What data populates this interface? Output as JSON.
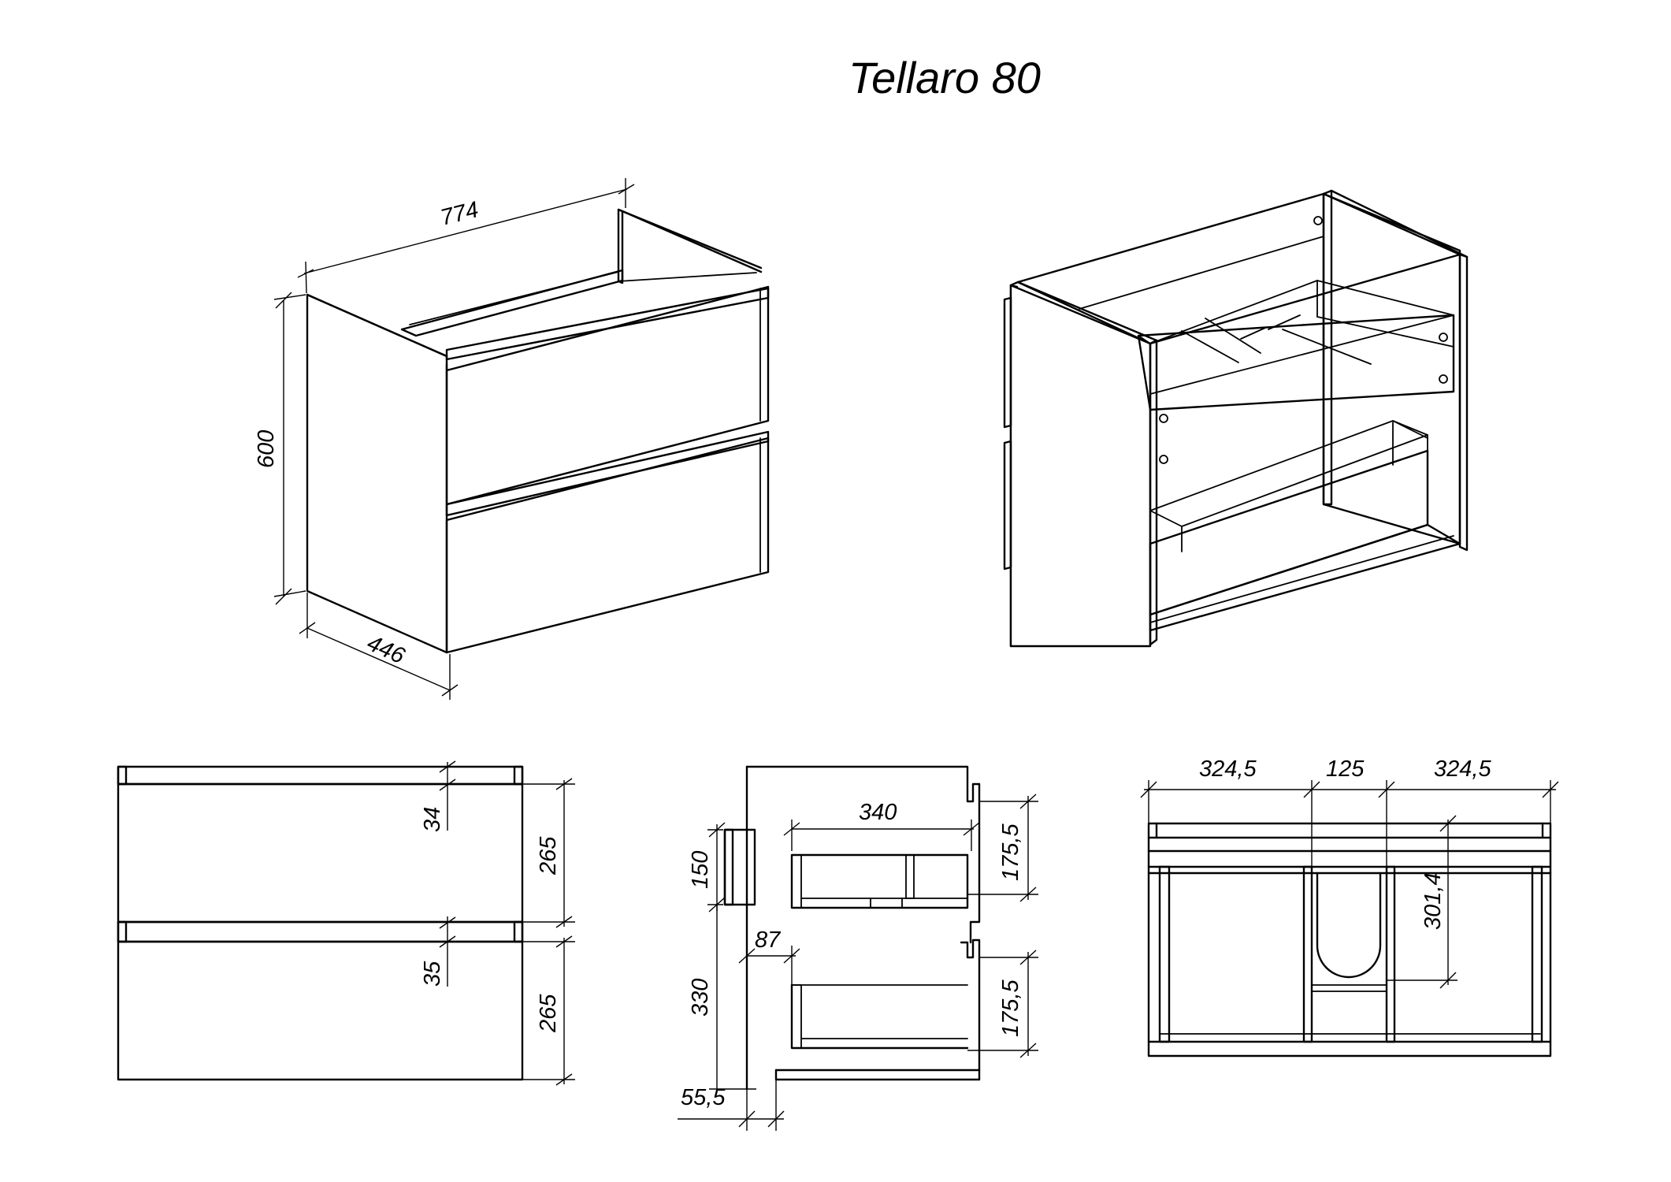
{
  "title": "Tellaro 80",
  "views": {
    "iso_front": {
      "width": "774",
      "height": "600",
      "depth": "446"
    },
    "iso_back": {},
    "front": {
      "drawer_1_height": "265",
      "drawer_2_height": "265",
      "gap_1": "34",
      "gap_2": "35"
    },
    "side": {
      "drawer_depth": "340",
      "upper_front": "150",
      "lower_front": "330",
      "drawer_1_height": "175,5",
      "drawer_2_height": "175,5",
      "offset": "87",
      "bottom": "55,5"
    },
    "top": {
      "left_width": "324,5",
      "center_width": "125",
      "right_width": "324,5",
      "cutout_depth": "301,4"
    }
  }
}
